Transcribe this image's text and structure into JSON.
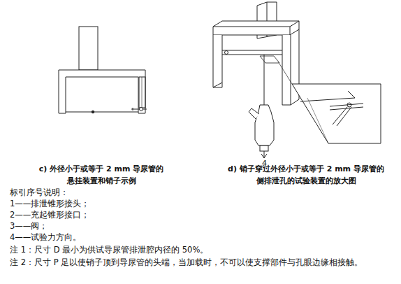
{
  "diagram": {
    "labels": [
      "c)   外径小于或等于 2 mm 导尿管的",
      "悬挂装置和销子示例",
      "4",
      "d)   销子穿过外径小于或等于 2 mm 导尿管的",
      "侧排泄孔的试验装置的放大图",
      "标引序号说明：",
      "1——排泄锥形接头；",
      "2——充起锥形接口；",
      "3——阀；",
      "4——试验力方向。",
      "注 1：尺寸 D 最小为供试导尿管排泄腔内径的 50%。",
      "注 2：尺寸 P 足以使销子顶到导尿管的头端，当加载时，不可以使支撑部件与孔眼边缘相接触。"
    ]
  }
}
